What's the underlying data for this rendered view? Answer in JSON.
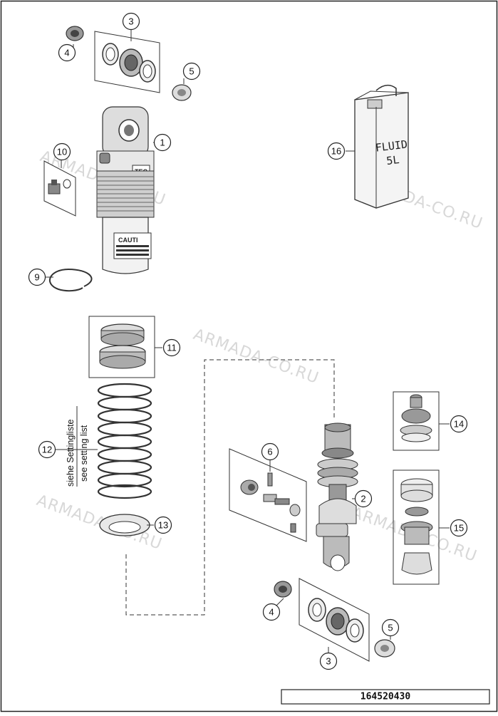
{
  "watermark": {
    "text": "ARMADA-CO.RU"
  },
  "callouts": [
    {
      "id": "1",
      "label": "1"
    },
    {
      "id": "2",
      "label": "2"
    },
    {
      "id": "3a",
      "label": "3"
    },
    {
      "id": "3b",
      "label": "3"
    },
    {
      "id": "4a",
      "label": "4"
    },
    {
      "id": "4b",
      "label": "4"
    },
    {
      "id": "5a",
      "label": "5"
    },
    {
      "id": "5b",
      "label": "5"
    },
    {
      "id": "6",
      "label": "6"
    },
    {
      "id": "9",
      "label": "9"
    },
    {
      "id": "10",
      "label": "10"
    },
    {
      "id": "11",
      "label": "11"
    },
    {
      "id": "12",
      "label": "12"
    },
    {
      "id": "13",
      "label": "13"
    },
    {
      "id": "14",
      "label": "14"
    },
    {
      "id": "15",
      "label": "15"
    },
    {
      "id": "16",
      "label": "16"
    }
  ],
  "setting_note": {
    "line1": "siehe Settingliste",
    "line2": "see setting list"
  },
  "fluid_can": {
    "line1": "FLUID",
    "line2": "5L"
  },
  "shock_label": {
    "brand": "TEC",
    "caution": "CAUTI"
  },
  "part_number": "164520430"
}
